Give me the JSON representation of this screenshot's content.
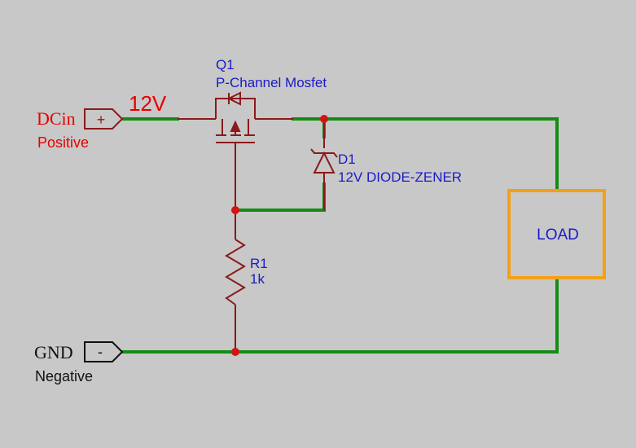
{
  "colors": {
    "background": "#c8c8c8",
    "wire": "#148c14",
    "component": "#8b1a1a",
    "junction": "#d21414",
    "label_blue": "#1a1ac8",
    "label_red": "#e60000",
    "load_border": "#f5a014",
    "black": "#111111"
  },
  "ports": {
    "dcin": {
      "name": "DCin",
      "symbol": "+",
      "caption": "Positive"
    },
    "gnd": {
      "name": "GND",
      "symbol": "-",
      "caption": "Negative"
    }
  },
  "net_label": "12V",
  "components": {
    "q1": {
      "ref": "Q1",
      "value": "P-Channel Mosfet"
    },
    "d1": {
      "ref": "D1",
      "value": "12V DIODE-ZENER"
    },
    "r1": {
      "ref": "R1",
      "value": "1k"
    },
    "load": {
      "label": "LOAD"
    }
  }
}
